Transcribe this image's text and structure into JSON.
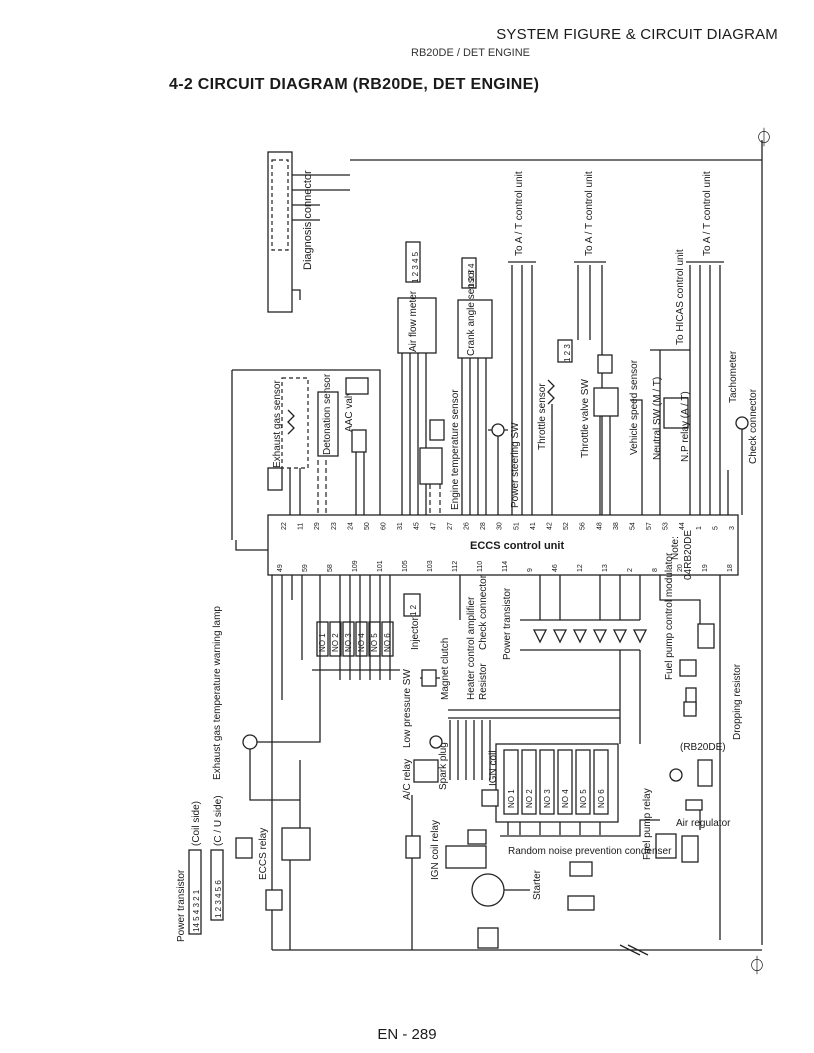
{
  "header": {
    "title": "SYSTEM FIGURE & CIRCUIT DIAGRAM",
    "subtitle": "RB20DE / DET ENGINE"
  },
  "section_title": "4-2   CIRCUIT DIAGRAM (RB20DE, DET ENGINE)",
  "page_number": "EN - 289",
  "ecu": {
    "label": "ECCS control unit",
    "note_label": "Note:",
    "note_text": "04RB20DE",
    "top_pins": [
      "22",
      "11",
      "29",
      "23",
      "24",
      "50",
      "60",
      "31",
      "45",
      "47",
      "27",
      "26",
      "28",
      "30",
      "51",
      "41",
      "42",
      "52",
      "56",
      "48",
      "38",
      "54",
      "57",
      "53",
      "44",
      "1",
      "5",
      "3"
    ],
    "bottom_pins": [
      "49",
      "59",
      "58",
      "109",
      "101",
      "105",
      "103",
      "112",
      "110",
      "114",
      "9",
      "46",
      "12",
      "13",
      "2",
      "8",
      "20",
      "19",
      "18"
    ]
  },
  "components": {
    "diagnosis_connector": "Diagnosis connector",
    "air_flow_meter": "Air flow meter",
    "crank_angle_sensor": "Crank angle sensor",
    "to_at_1": "To A / T control unit",
    "to_at_2": "To A / T control unit",
    "to_at_3": "To A / T control unit",
    "to_hicas": "To HICAS control unit",
    "exhaust_gas_sensor": "Exhaust gas sensor",
    "detonation_sensor": "Detonation sensor",
    "aac_valve": "AAC valve",
    "engine_temp_sensor": "Engine temperature sensor",
    "power_steering_sw": "Power steering SW",
    "throttle_sensor": "Throttle sensor",
    "throttle_valve_sw": "Throttle valve SW",
    "vehicle_speed_sensor": "Vehicle speed sensor",
    "neutral_sw": "Neutral SW (M / T)",
    "np_relay": "N.P relay (A / T)",
    "tachometer": "Tachometer",
    "check_connector_top": "Check connector",
    "injector": "Injector",
    "injector_labels": [
      "NO 1",
      "NO 2",
      "NO 3",
      "NO 4",
      "NO 5",
      "NO 6"
    ],
    "heater_control_amplifier": "Heater control amplifier",
    "check_connector_mid": "Check connector",
    "power_transistor_mid": "Power transistor",
    "resistor": "Resistor",
    "magnet_clutch": "Magnet clutch",
    "low_pressure_sw": "Low pressure SW",
    "fuel_pump_control_modulator": "Fuel pump control modulator",
    "dropping_resistor": "Dropping resistor",
    "rb20de_tag": "(RB20DE)",
    "air_regulator": "Air regulator",
    "fuel_pump_relay": "Fuel pump relay",
    "ign_coil": "IGN coil",
    "ign_coil_labels": [
      "NO 1",
      "NO 2",
      "NO 3",
      "NO 4",
      "NO 5",
      "NO 6"
    ],
    "spark_plug": "Spark plug",
    "ac_relay": "A/C relay",
    "ign_coil_relay": "IGN coil relay",
    "random_noise_condenser": "Random noise prevention condenser",
    "starter": "Starter",
    "eccs_relay": "ECCS relay",
    "exhaust_gas_temp_lamp": "Exhaust gas temperature warning lamp",
    "power_transistor_legend": "Power transistor",
    "coil_side": "(Coil side)",
    "cu_side": "(C / U side)",
    "pins_14_3_2_1": "14 5 4 3 2 1",
    "pins_1_6": "1 2 3 4 5 6",
    "pins_1_5": "1 2 3 4 5",
    "pins_1_4": "1 2 3 4",
    "pins_1_3": "1 2 3",
    "pins_1_2": "1 2",
    "ground_marker_top": "⏀",
    "ground_marker_bottom": "⏀"
  }
}
